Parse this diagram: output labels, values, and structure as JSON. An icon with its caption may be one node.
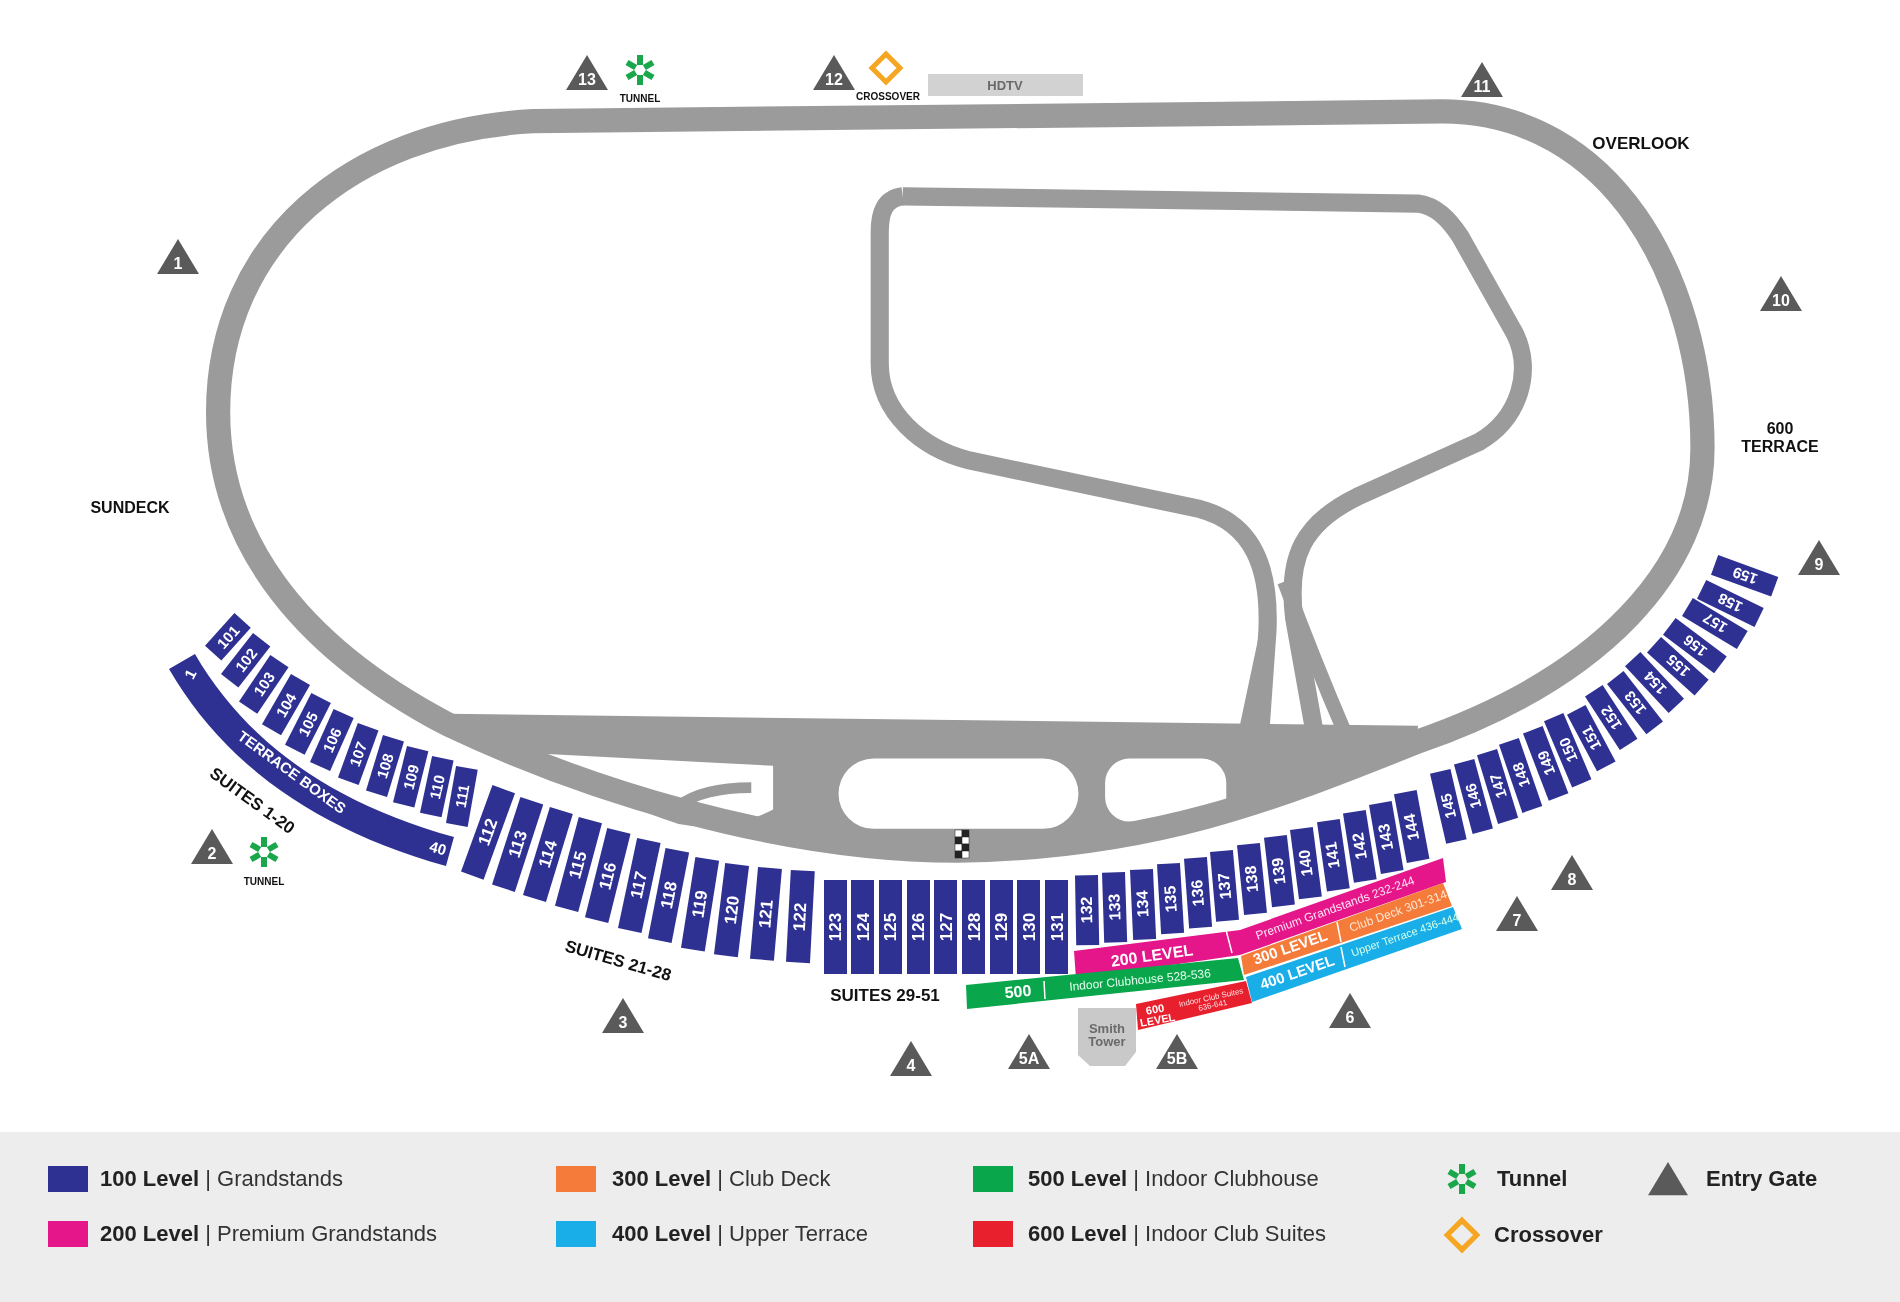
{
  "diagram": {
    "nodes": [
      {
        "text": [
          "101"
        ]
      },
      {
        "text": [
          "102"
        ]
      },
      {
        "text": [
          "103"
        ]
      },
      {
        "text": [
          "104"
        ]
      },
      {
        "text": [
          "105"
        ]
      },
      {
        "text": [
          "106"
        ]
      },
      {
        "text": [
          "107"
        ]
      },
      {
        "text": [
          "108"
        ]
      },
      {
        "text": [
          "109"
        ]
      },
      {
        "text": [
          "110"
        ]
      },
      {
        "text": [
          "111"
        ]
      },
      {
        "text": [
          "112"
        ]
      },
      {
        "text": [
          "113"
        ]
      },
      {
        "text": [
          "114"
        ]
      },
      {
        "text": [
          "115"
        ]
      },
      {
        "text": [
          "116"
        ]
      },
      {
        "text": [
          "117"
        ]
      },
      {
        "text": [
          "118"
        ]
      },
      {
        "text": [
          "119"
        ]
      },
      {
        "text": [
          "120"
        ]
      },
      {
        "text": [
          "121"
        ]
      },
      {
        "text": [
          "122"
        ]
      },
      {
        "text": [
          "123"
        ]
      },
      {
        "text": [
          "124"
        ]
      },
      {
        "text": [
          "125"
        ]
      },
      {
        "text": [
          "126"
        ]
      },
      {
        "text": [
          "127"
        ]
      },
      {
        "text": [
          "128"
        ]
      },
      {
        "text": [
          "129"
        ]
      },
      {
        "text": [
          "130"
        ]
      },
      {
        "text": [
          "131"
        ]
      },
      {
        "text": [
          "132"
        ]
      },
      {
        "text": [
          "133"
        ]
      },
      {
        "text": [
          "134"
        ]
      },
      {
        "text": [
          "135"
        ]
      },
      {
        "text": [
          "136"
        ]
      },
      {
        "text": [
          "137"
        ]
      },
      {
        "text": [
          "138"
        ]
      },
      {
        "text": [
          "139"
        ]
      },
      {
        "text": [
          "140"
        ]
      },
      {
        "text": [
          "141"
        ]
      },
      {
        "text": [
          "142"
        ]
      },
      {
        "text": [
          "143"
        ]
      },
      {
        "text": [
          "144"
        ]
      },
      {
        "text": [
          "145"
        ]
      },
      {
        "text": [
          "146"
        ]
      },
      {
        "text": [
          "147"
        ]
      },
      {
        "text": [
          "148"
        ]
      },
      {
        "text": [
          "149"
        ]
      },
      {
        "text": [
          "150"
        ]
      },
      {
        "text": [
          "151"
        ]
      },
      {
        "text": [
          "152"
        ]
      },
      {
        "text": [
          "153"
        ]
      },
      {
        "text": [
          "154"
        ]
      },
      {
        "text": [
          "155"
        ]
      },
      {
        "text": [
          "156"
        ]
      },
      {
        "text": [
          "157"
        ]
      },
      {
        "text": [
          "158"
        ]
      },
      {
        "text": [
          "159"
        ]
      },
      {
        "text": [
          "1",
          "TERRACE BOXES",
          "40"
        ]
      },
      {
        "text": [
          "200 LEVEL",
          "Premium Grandstands 232-244"
        ]
      },
      {
        "text": [
          "300 LEVEL",
          "Club Deck 301-314"
        ]
      },
      {
        "text": [
          "400 LEVEL",
          "Upper Terrace 436-444"
        ]
      },
      {
        "text": [
          "500",
          "Indoor Clubhouse 528-536"
        ]
      },
      {
        "text": [
          "600 LEVEL",
          "Indoor Club Suites 636-641"
        ]
      },
      {
        "text": [
          "Smith Tower"
        ]
      },
      {
        "text": [
          "HDTV"
        ]
      },
      {
        "text": [
          "1"
        ]
      },
      {
        "text": [
          "2"
        ]
      },
      {
        "text": [
          "3"
        ]
      },
      {
        "text": [
          "4"
        ]
      },
      {
        "text": [
          "5A"
        ]
      },
      {
        "text": [
          "5B"
        ]
      },
      {
        "text": [
          "6"
        ]
      },
      {
        "text": [
          "7"
        ]
      },
      {
        "text": [
          "8"
        ]
      },
      {
        "text": [
          "9"
        ]
      },
      {
        "text": [
          "10"
        ]
      },
      {
        "text": [
          "11"
        ]
      },
      {
        "text": [
          "12"
        ]
      },
      {
        "text": [
          "13"
        ]
      }
    ],
    "labels": [
      "TUNNEL",
      "CROSSOVER",
      "OVERLOOK",
      "SUNDECK",
      "600 TERRACE",
      "SUITES 1-20",
      "TUNNEL",
      "SUITES 21-28",
      "SUITES 29-51"
    ],
    "legend": [
      {
        "text": "**100 Level** | Grandstands",
        "color": "#2e3192"
      },
      {
        "text": "**200 Level** | Premium Grandstands",
        "color": "#e5168a"
      },
      {
        "text": "**300 Level** | Club Deck",
        "color": "#f47b3a"
      },
      {
        "text": "**400 Level** | Upper Terrace",
        "color": "#1aaee8"
      },
      {
        "text": "**500 Level** | Indoor Clubhouse",
        "color": "#0aa64b"
      },
      {
        "text": "**600 Level** | Indoor Club Suites",
        "color": "#e8202e"
      },
      {
        "text": "Tunnel"
      },
      {
        "text": "Crossover"
      },
      {
        "text": "Entry Gate"
      }
    ]
  }
}
